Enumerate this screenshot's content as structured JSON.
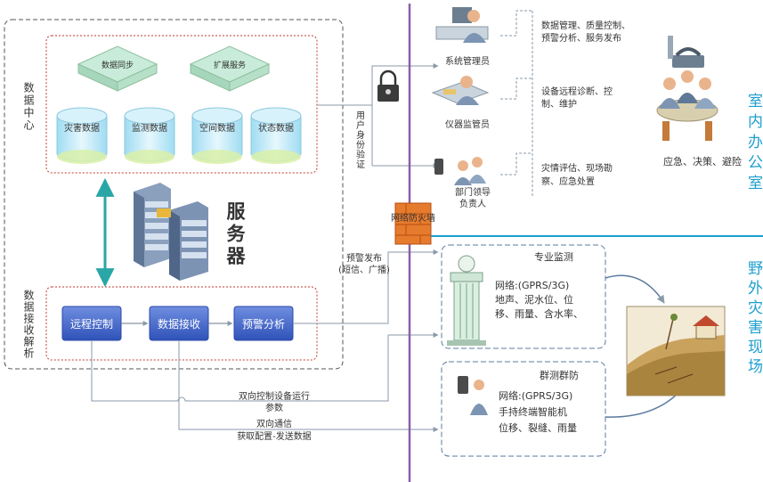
{
  "data_center": {
    "label": "数据中心",
    "sync": "数据同步",
    "extend": "扩展服务",
    "cylinders": [
      "灾害数据",
      "监测数据",
      "空间数据",
      "状态数据"
    ]
  },
  "server": {
    "label": "服务器"
  },
  "data_recv": {
    "label": "数据接收解析",
    "buttons": [
      "远程控制",
      "数据接收",
      "预警分析"
    ]
  },
  "auth_label": "用户身份验证",
  "firewall_label": "网络防火墙",
  "warning_publish": {
    "line1": "预警发布",
    "line2": "(短信、广播)"
  },
  "roles": [
    {
      "name": "系统管理员",
      "tasks": [
        "数据管理、质量控制、",
        "预警分析、服务发布"
      ]
    },
    {
      "name": "仪器监管员",
      "tasks": [
        "设备远程诊断、控",
        "制、维护"
      ]
    },
    {
      "name_line1": "部门领导",
      "name_line2": "负责人",
      "tasks": [
        "灾情评估、现场勘",
        "察、应急处置"
      ]
    }
  ],
  "office": {
    "caption": "应急、决策、避险",
    "title": "室内办公室"
  },
  "pro_monitor": {
    "title": "专业监测",
    "lines": [
      "网络:(GPRS/3G)",
      "地声、泥水位、位",
      "移、雨量、含水率、"
    ]
  },
  "group_monitor": {
    "title": "群测群防",
    "lines": [
      "网络:(GPRS/3G)",
      "手持终端智能机",
      "位移、裂缝、雨量"
    ]
  },
  "field_title": "野外灾害现场",
  "bidirectional_control": {
    "line1": "双向控制设备运行",
    "line2": "参数"
  },
  "bidirectional_comm": {
    "line1": "双向通信",
    "line2": "获取配置-发送数据"
  },
  "colors": {
    "accent": "#1d9fcf",
    "button": "#3f63c8",
    "cyl": "#b9e6f5",
    "teal": "#2aa6a6"
  }
}
